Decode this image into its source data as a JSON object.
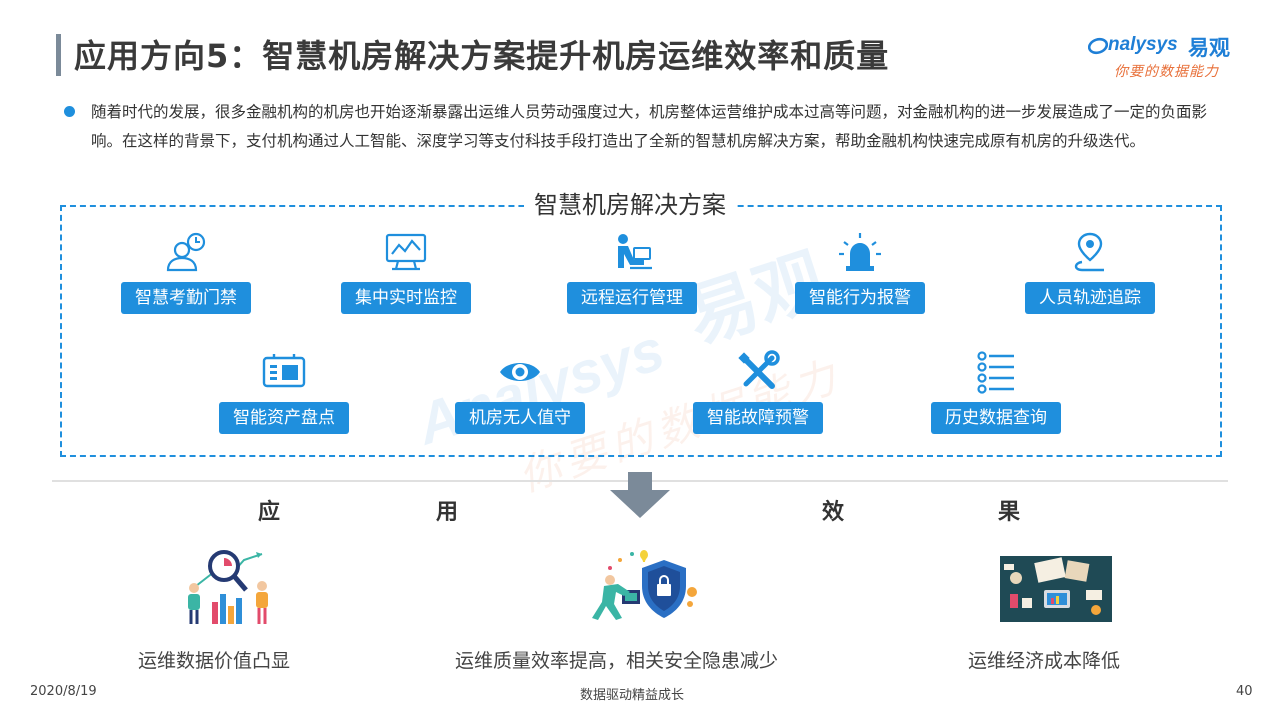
{
  "header": {
    "title": "应用方向5：智慧机房解决方案提升机房运维效率和质量"
  },
  "logo": {
    "brand_en": "nalysys",
    "brand_cn": "易观",
    "slogan": "你要的数据能力"
  },
  "intro": {
    "text": "随着时代的发展，很多金融机构的机房也开始逐渐暴露出运维人员劳动强度过大，机房整体运营维护成本过高等问题，对金融机构的进一步发展造成了一定的负面影响。在这样的背景下，支付机构通过人工智能、深度学习等支付科技手段打造出了全新的智慧机房解决方案，帮助金融机构快速完成原有机房的升级迭代。"
  },
  "solution": {
    "title": "智慧机房解决方案",
    "features": [
      {
        "label": "智慧考勤门禁",
        "icon": "attendance-icon"
      },
      {
        "label": "集中实时监控",
        "icon": "monitor-icon"
      },
      {
        "label": "远程运行管理",
        "icon": "remote-operator-icon"
      },
      {
        "label": "智能行为报警",
        "icon": "alarm-light-icon"
      },
      {
        "label": "人员轨迹追踪",
        "icon": "location-track-icon"
      },
      {
        "label": "智能资产盘点",
        "icon": "server-asset-icon"
      },
      {
        "label": "机房无人值守",
        "icon": "eye-icon"
      },
      {
        "label": "智能故障预警",
        "icon": "tools-icon"
      },
      {
        "label": "历史数据查询",
        "icon": "list-icon"
      }
    ]
  },
  "effects": {
    "heading": [
      "应",
      "用",
      "效",
      "果"
    ],
    "items": [
      {
        "label": "运维数据价值凸显",
        "icon": "data-analysis-illustration"
      },
      {
        "label": "运维质量效率提高，相关安全隐患减少",
        "icon": "security-shield-illustration"
      },
      {
        "label": "运维经济成本降低",
        "icon": "cost-desk-illustration"
      }
    ]
  },
  "footer": {
    "date": "2020/8/19",
    "center": "数据驱动精益成长",
    "page": "40"
  },
  "colors": {
    "accent": "#1f8fdd",
    "brand": "#1f7fd6",
    "slogan": "#e8703a"
  }
}
